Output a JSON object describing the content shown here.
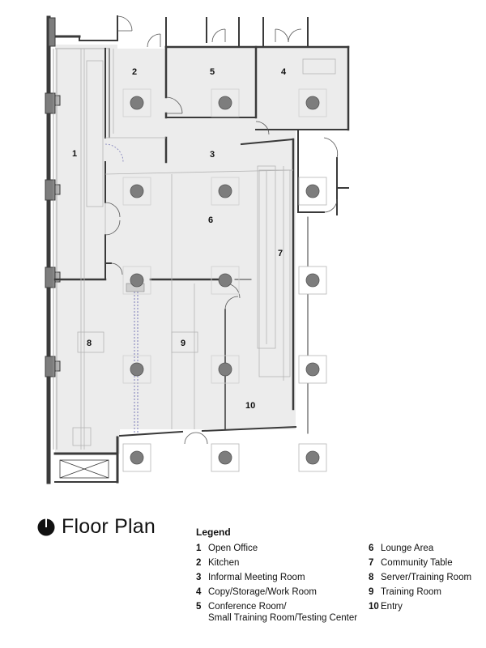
{
  "title": "Floor Plan",
  "north_icon": "north-arrow-icon",
  "rooms": [
    {
      "num": "1",
      "label": "Open Office"
    },
    {
      "num": "2",
      "label": "Kitchen"
    },
    {
      "num": "3",
      "label": "Informal Meeting Room"
    },
    {
      "num": "4",
      "label": "Copy/Storage/Work Room"
    },
    {
      "num": "5",
      "label": "Conference Room/\nSmall Training Room/Testing Center"
    },
    {
      "num": "6",
      "label": "Lounge Area"
    },
    {
      "num": "7",
      "label": "Community Table"
    },
    {
      "num": "8",
      "label": "Server/Training Room"
    },
    {
      "num": "9",
      "label": "Training Room"
    },
    {
      "num": "10",
      "label": "Entry"
    }
  ],
  "legend": {
    "heading": "Legend"
  },
  "colors": {
    "floor_fill": "#ececec",
    "wall": "#3a3a3a",
    "column": "#7d7d7d",
    "light_line": "#b5b5b5",
    "accent_dashed": "#7a7ab8"
  }
}
